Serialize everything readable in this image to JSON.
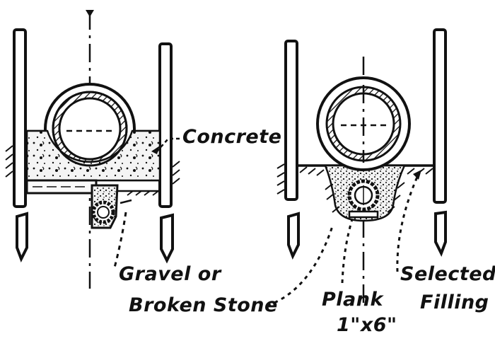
{
  "figure": {
    "ink_color": "#111111",
    "paper_color": "#ffffff",
    "left_section": {
      "name": "pipe-on-concrete-cradle",
      "labels": {
        "concrete": "Concrete",
        "gravel_line1": "Gravel or",
        "gravel_line2": "Broken Stone"
      }
    },
    "right_section": {
      "name": "pipe-on-selected-filling",
      "labels": {
        "plank_line1": "Plank",
        "plank_line2": "1\"x6\"",
        "selected_line1": "Selected",
        "selected_line2": "Filling"
      }
    }
  }
}
